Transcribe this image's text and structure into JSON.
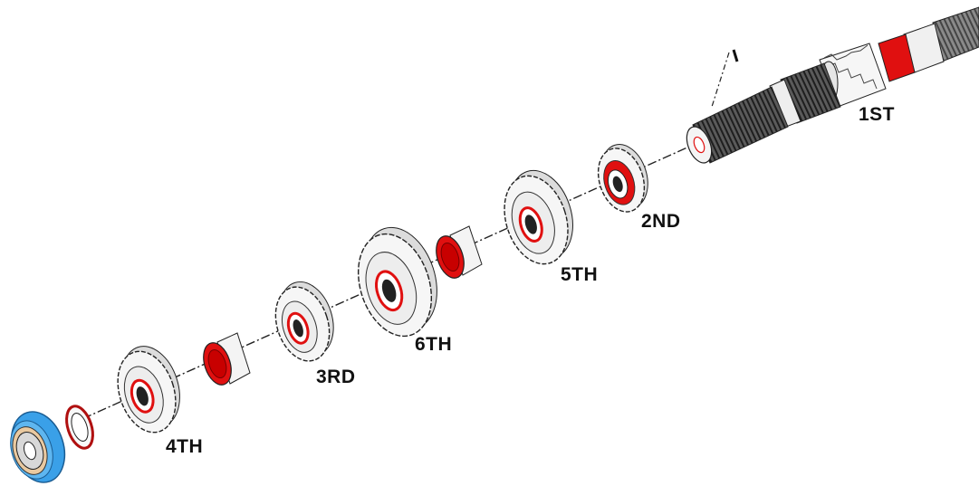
{
  "labels": {
    "first": "1ST",
    "second": "2ND",
    "third": "3RD",
    "fourth": "4TH",
    "fifth": "5TH",
    "sixth": "6TH"
  },
  "colors": {
    "background": "#ffffff",
    "accent_red": "#e00000",
    "bearing_blue": "#3aa0e8",
    "gear_white": "#f4f4f4",
    "outline": "#222222",
    "spline_dark": "#3a3a3a"
  }
}
